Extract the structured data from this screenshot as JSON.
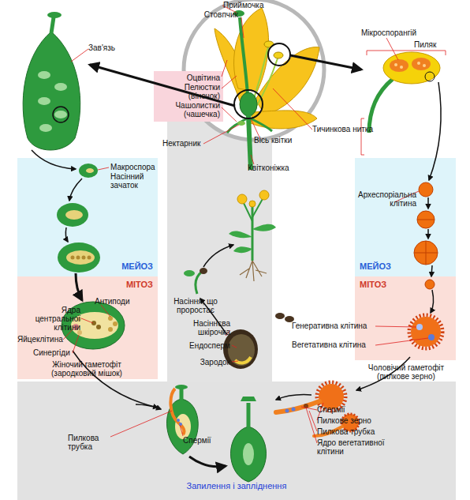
{
  "diagram": {
    "nodes": [
      {
        "text": [
          "Оцвітина",
          "Пелюстки (віночок)",
          "Чашолистки (чашечка)"
        ]
      },
      {
        "text": [
          "МЕЙОЗ"
        ]
      },
      {
        "text": [
          "МЕЙОЗ"
        ]
      },
      {
        "text": [
          "МІТОЗ"
        ]
      },
      {
        "text": [
          "МІТОЗ"
        ]
      },
      {
        "text": [
          "Запилення і запліднення"
        ]
      }
    ],
    "labels": [
      "Приймочка",
      "Стовпчик",
      "Мікроспорангій",
      "Пиляк",
      "Зав'язь",
      "Тичинкова нитка",
      "Вісь квітки",
      "Нектарник",
      "Квітконіжка",
      "Макроспора",
      "Насінний зачаток",
      "Археспоріальна клітина",
      "Антиподи",
      "Ядра центральної клітини",
      "Яйцеклітина",
      "Синергіди",
      "Жіночий гаметофіт (зародковий мішок)",
      "Насіння, що проростає",
      "Насіннєва шкірочка",
      "Ендосперм",
      "Зародок",
      "Генеративна клітина",
      "Вегетативна клітина",
      "Чоловічий гаметофіт (пилкове зерно)",
      "Спермії",
      "Пилкове зерно",
      "Пилкова трубка",
      "Ядро вегетативної клітини",
      "Пилкова трубка",
      "Спермії"
    ]
  }
}
